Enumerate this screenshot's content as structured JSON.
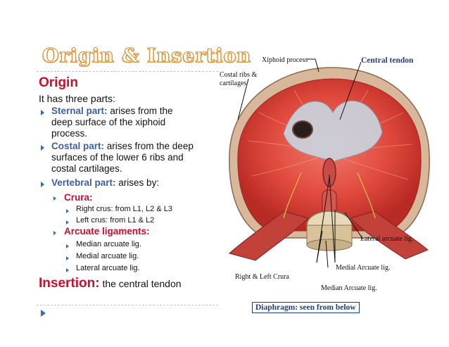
{
  "title": "Origin & Insertion",
  "origin": {
    "heading": "Origin",
    "intro": "It has three parts:",
    "parts": [
      {
        "label": "Sternal part:",
        "line1": " arises from the",
        "line2": "deep surface of the xiphoid",
        "line3": "process."
      },
      {
        "label": "Costal part:",
        "line1": " arises from the deep",
        "line2": "surfaces of the lower 6 ribs and",
        "line3": "costal cartilages."
      },
      {
        "label": "Vertebral part:",
        "line1": " arises by:"
      }
    ],
    "crura": {
      "label": "Crura:",
      "items": [
        "Right crus: from L1, L2 & L3",
        "Left crus: from L1 & L2"
      ]
    },
    "arcuate": {
      "label": "Arcuate ligaments:",
      "items": [
        "Median arcuate lig.",
        "Medial arcuate lig.",
        "Lateral arcuate lig."
      ]
    }
  },
  "insertion": {
    "heading": "Insertion:",
    "text": " the central tendon"
  },
  "figure": {
    "labels": {
      "xiphoid": "Xiphoid process",
      "costal1": "Costal ribs &",
      "costal2": "cartilages",
      "central": "Central tendon",
      "lateral": "Lateral arcuate lig.",
      "medial": "Medial Arcuate lig.",
      "crura": "Right & Left Crura",
      "median": "Median Arcuate lig."
    },
    "caption": "Diaphragm: seen from below"
  },
  "colors": {
    "accent_red": "#c8102e",
    "accent_blue": "#3e5fa8",
    "title_orange": "#d78a2c"
  }
}
